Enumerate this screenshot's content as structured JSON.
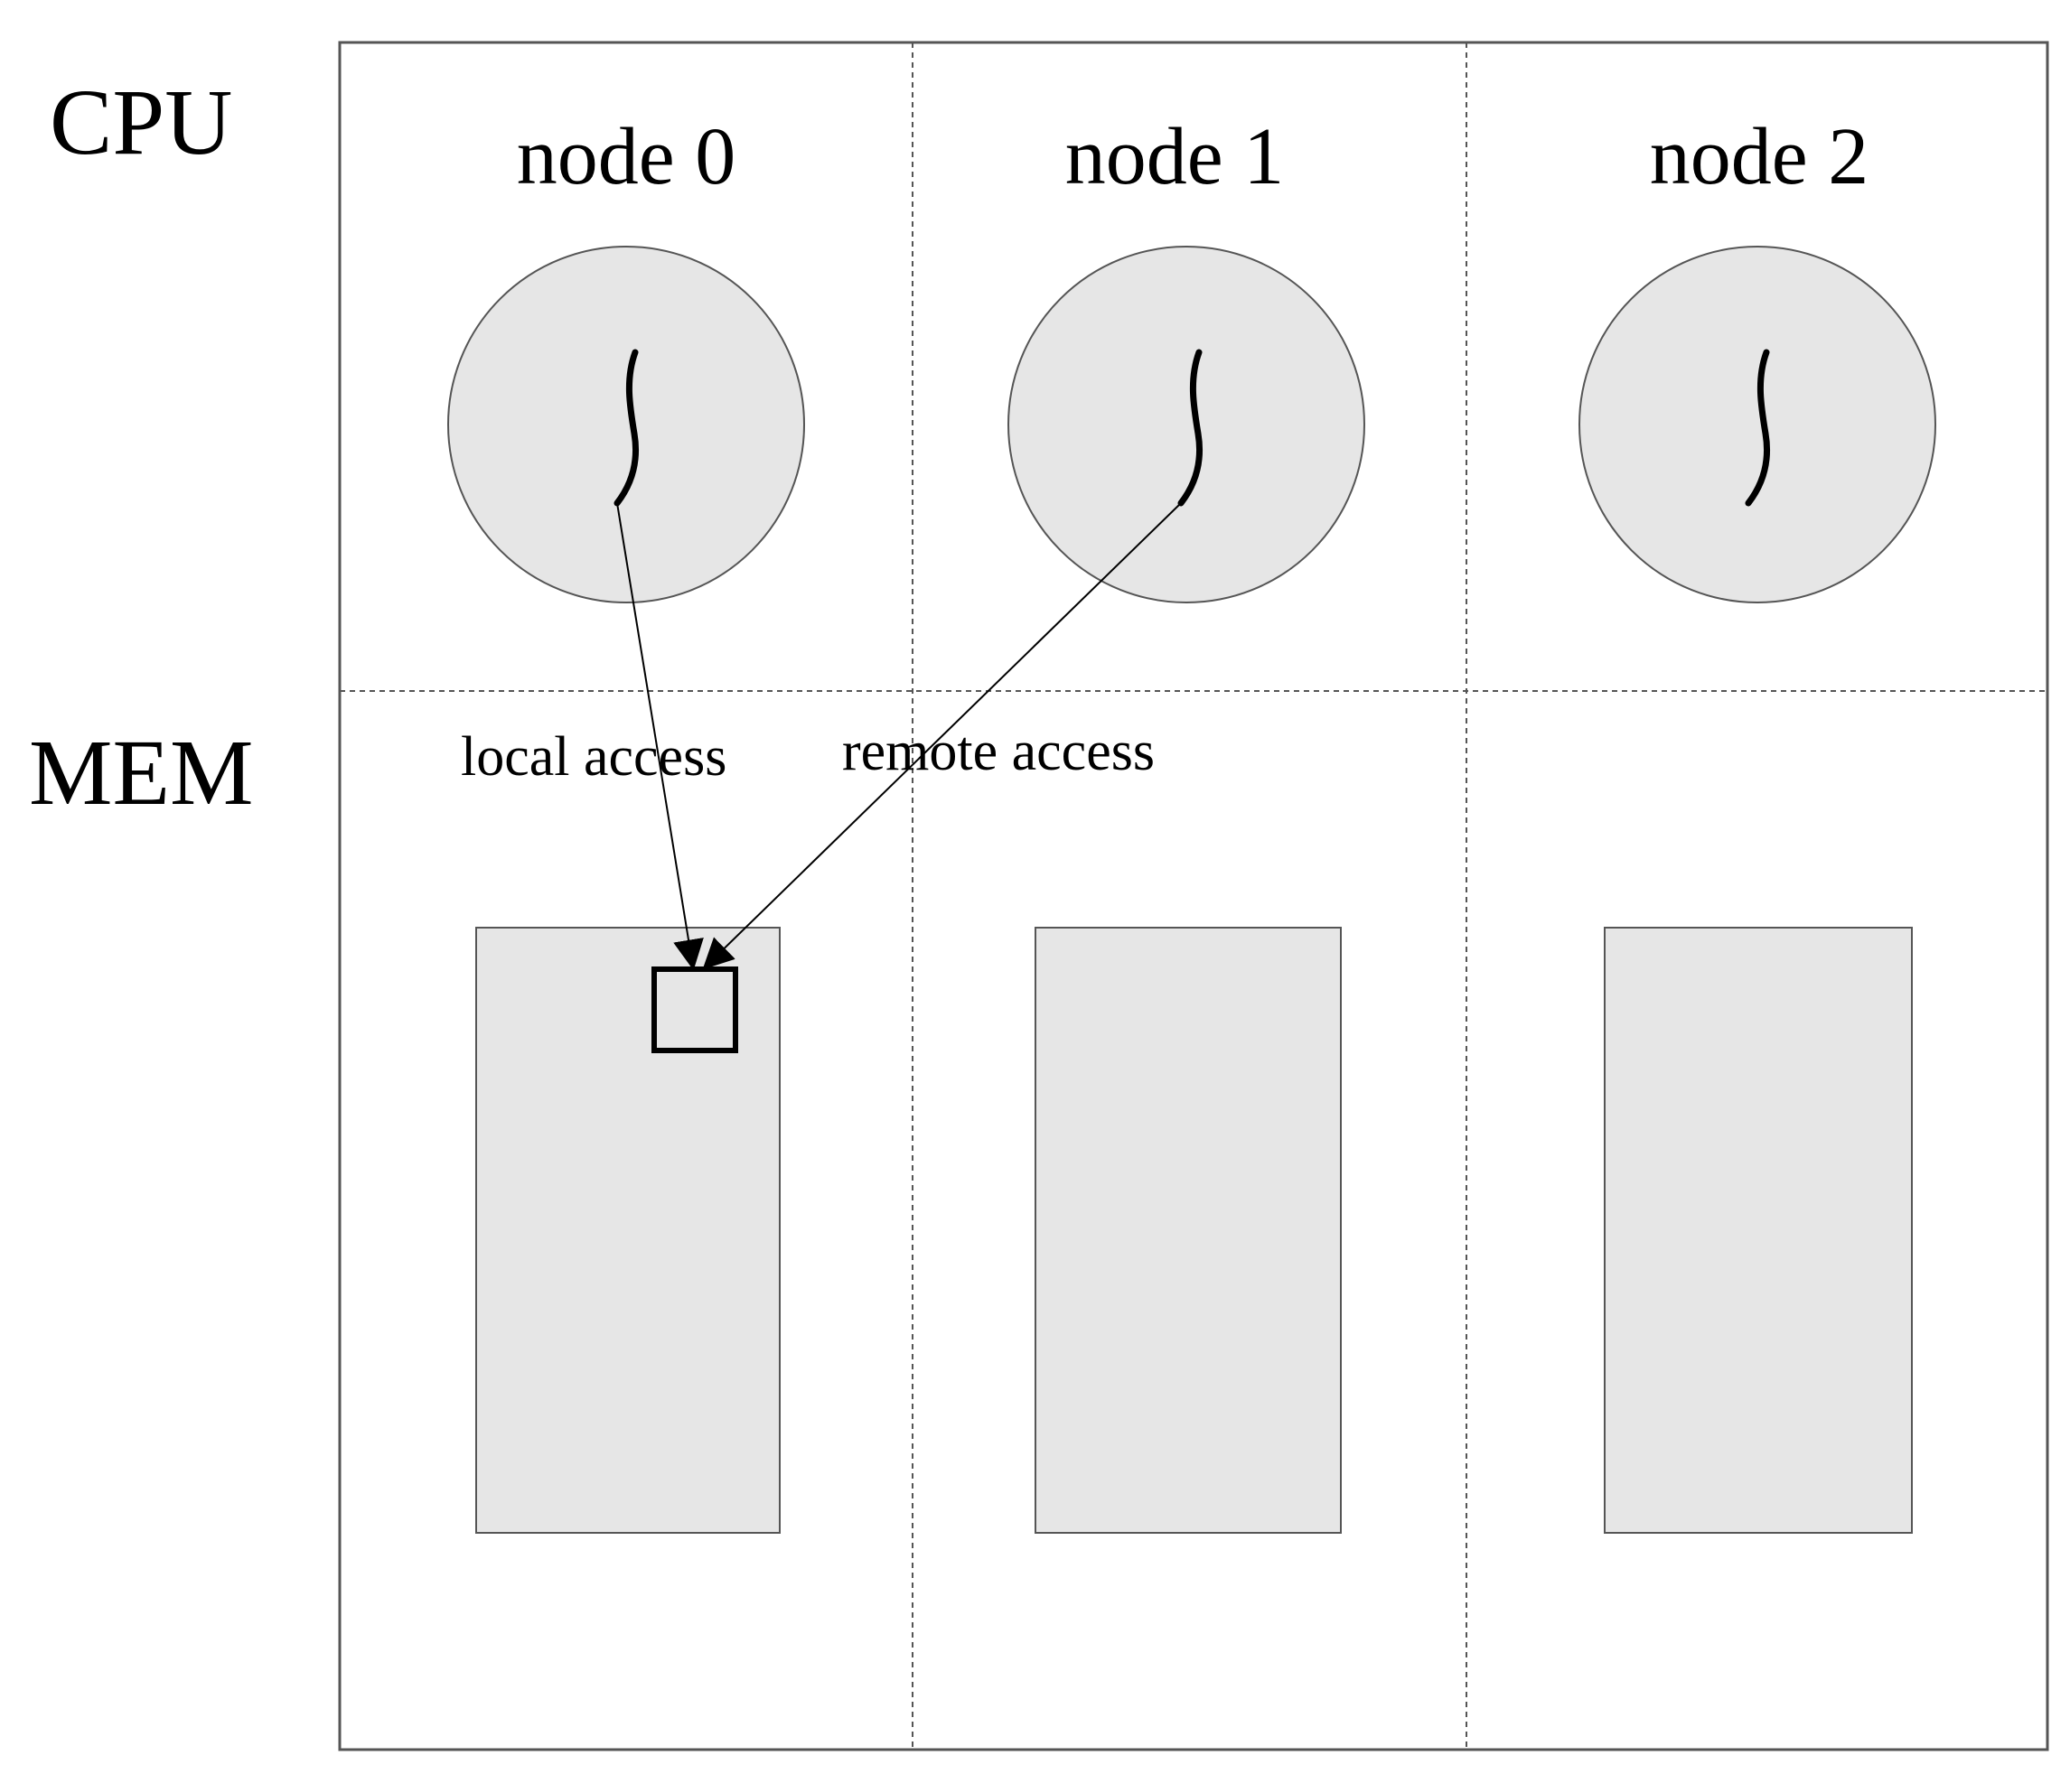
{
  "row_labels": {
    "cpu": "CPU",
    "mem": "MEM"
  },
  "nodes": [
    {
      "label": "node 0"
    },
    {
      "label": "node 1"
    },
    {
      "label": "node 2"
    }
  ],
  "access_labels": {
    "local": "local access",
    "remote": "remote access"
  },
  "colors": {
    "fill": "#e6e6e6",
    "stroke": "#555555",
    "line": "#000000"
  }
}
